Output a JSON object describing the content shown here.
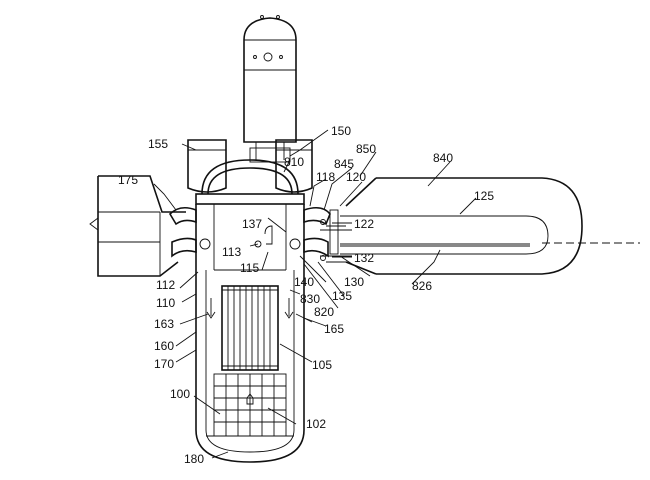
{
  "labels": {
    "l100": "100",
    "l102": "102",
    "l105": "105",
    "l110": "110",
    "l112": "112",
    "l113": "113",
    "l115": "115",
    "l118": "118",
    "l120": "120",
    "l122": "122",
    "l125": "125",
    "l130": "130",
    "l132": "132",
    "l135": "135",
    "l137": "137",
    "l140": "140",
    "l150": "150",
    "l155": "155",
    "l160": "160",
    "l163": "163",
    "l165": "165",
    "l170": "170",
    "l175": "175",
    "l180": "180",
    "l810": "810",
    "l820": "820",
    "l826": "826",
    "l830": "830",
    "l840": "840",
    "l845": "845",
    "l850": "850"
  }
}
